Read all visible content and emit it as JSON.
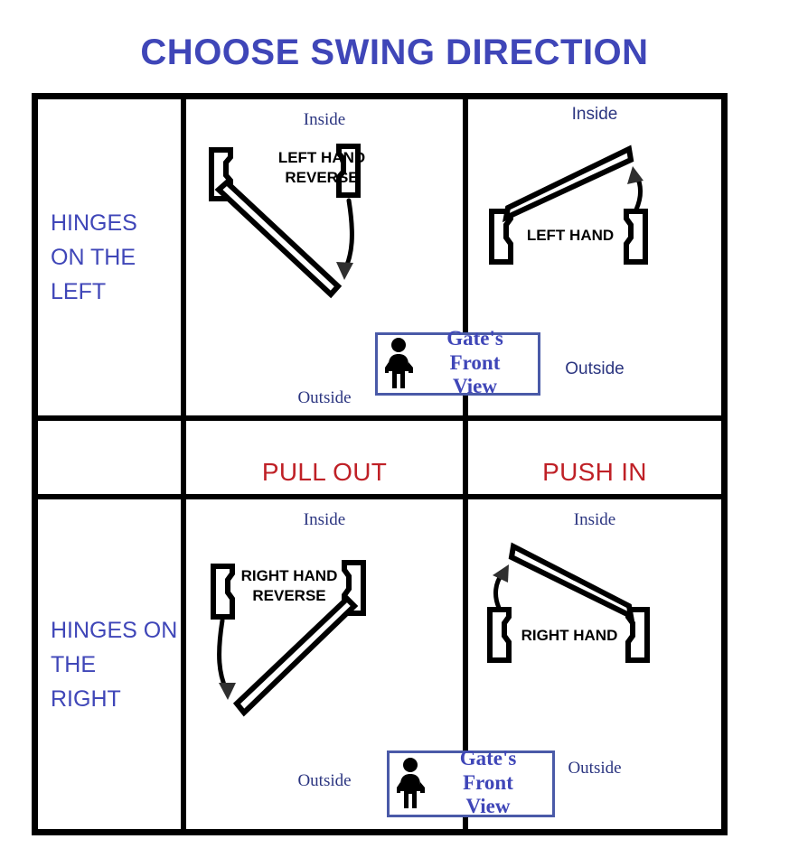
{
  "title": "CHOOSE SWING DIRECTION",
  "colors": {
    "title_blue": "#3f46b8",
    "label_blue": "#3f46b8",
    "io_blue": "#2b3580",
    "band_red": "#bf2026",
    "line_black": "#000000",
    "badge_border": "#4a5aa8"
  },
  "rows": [
    {
      "label": "HINGES\nON THE\nLEFT"
    },
    {
      "label": "HINGES ON THE\nRIGHT"
    }
  ],
  "row_labels": {
    "top": "HINGES ON THE LEFT",
    "bottom": "HINGES ON THE RIGHT",
    "top_lines": [
      "HINGES",
      "ON THE",
      "LEFT"
    ],
    "bottom_lines": [
      "HINGES ON THE",
      "RIGHT"
    ]
  },
  "band": {
    "left": "PULL OUT",
    "right": "PUSH IN"
  },
  "cells": {
    "top_left": {
      "inside": "Inside",
      "outside": "Outside",
      "hand_lines": [
        "LEFT HAND",
        "REVERSE"
      ],
      "hinge_side": "left",
      "swing": "out"
    },
    "top_right": {
      "inside": "Inside",
      "outside": "Outside",
      "hand_lines": [
        "LEFT HAND"
      ],
      "hinge_side": "left",
      "swing": "in"
    },
    "bottom_left": {
      "inside": "Inside",
      "outside": "Outside",
      "hand_lines": [
        "RIGHT HAND",
        "REVERSE"
      ],
      "hinge_side": "right",
      "swing": "out"
    },
    "bottom_right": {
      "inside": "Inside",
      "outside": "Outside",
      "hand_lines": [
        "RIGHT HAND"
      ],
      "hinge_side": "right",
      "swing": "in"
    }
  },
  "front_view_badge": {
    "line1": "Gate's Front",
    "line2": "View",
    "icon": "person-icon"
  }
}
